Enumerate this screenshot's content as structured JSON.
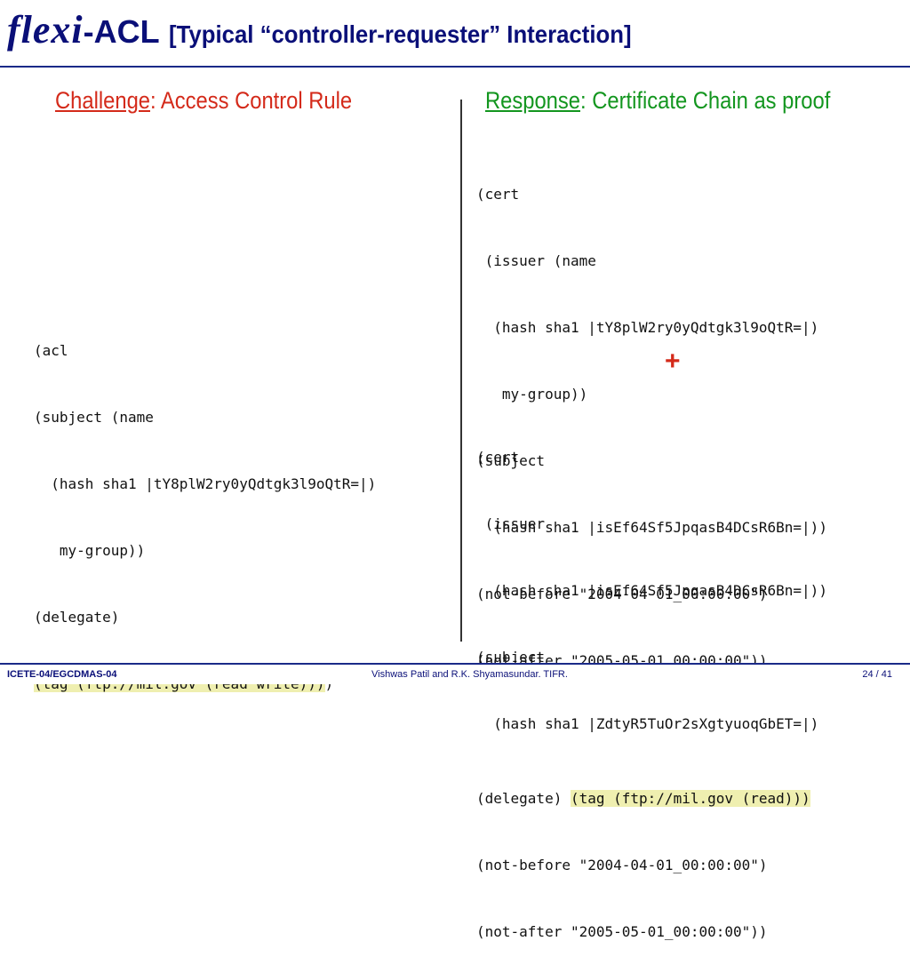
{
  "title": {
    "italic": "flexi",
    "bold": "-ACL",
    "subtitle": "[Typical “controller-requester” Interaction]"
  },
  "left": {
    "heading_underlined": "Challenge",
    "heading_rest": ": Access Control Rule",
    "code": [
      "(acl",
      "(subject (name",
      "  (hash sha1 |tY8plW2ry0yQdtgk3l9oQtR=|)",
      "   my-group))",
      "(delegate)",
      "(tag (ftp://mil.gov (read write)))"
    ],
    "code_tail": ")"
  },
  "right": {
    "heading_underlined": "Response",
    "heading_rest": ": Certificate Chain as proof",
    "cert1": [
      "(cert",
      " (issuer (name",
      "  (hash sha1 |tY8plW2ry0yQdtgk3l9oQtR=|)",
      "   my-group))",
      "(subject",
      "  (hash sha1 |isEf64Sf5JpqasB4DCsR6Bn=|))",
      "(not-before \"2004-04-01_00:00:00\")",
      "(not-after \"2005-05-01_00:00:00\"))"
    ],
    "plus": "+",
    "cert2": [
      "(cert",
      " (issuer",
      "  (hash sha1 |isEf64Sf5JpqasB4DCsR6Bn=|))",
      "(subject",
      "  (hash sha1 |ZdtyR5TuOr2sXgtyuoqGbET=|)"
    ],
    "delegate_prefix": "(delegate) ",
    "delegate_tag": "(tag (ftp://mil.gov (read)))",
    "cert2_tail": [
      "(not-before \"2004-04-01_00:00:00\")",
      "(not-after \"2005-05-01_00:00:00\"))"
    ]
  },
  "footer": {
    "left": "ICETE-04/EGCDMAS-04",
    "center": "Vishwas Patil and R.K. Shyamasundar. TIFR.",
    "right": "24 / 41"
  }
}
